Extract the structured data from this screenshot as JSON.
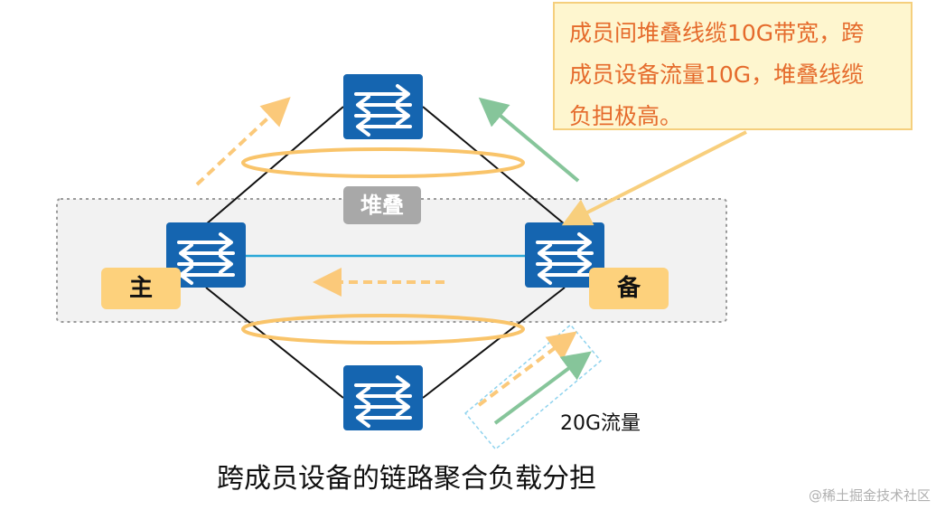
{
  "callout": {
    "lines": [
      "成员间堆叠线缆10G带宽，跨",
      "成员设备流量10G，堆叠线缆",
      "负担极高。"
    ]
  },
  "stack_label": "堆叠",
  "roles": {
    "main": "主",
    "backup": "备"
  },
  "traffic_label": "20G流量",
  "caption": "跨成员设备的链路聚合负载分担",
  "watermark": "@稀土掘金技术社区",
  "colors": {
    "switch_blue": "#1565b0",
    "ellipse_orange": "#f9c46a",
    "arrow_orange": "#fbc97a",
    "arrow_green": "#86c59a",
    "stack_link_cyan": "#29a8d8"
  },
  "icons": [
    "switch-icon"
  ]
}
